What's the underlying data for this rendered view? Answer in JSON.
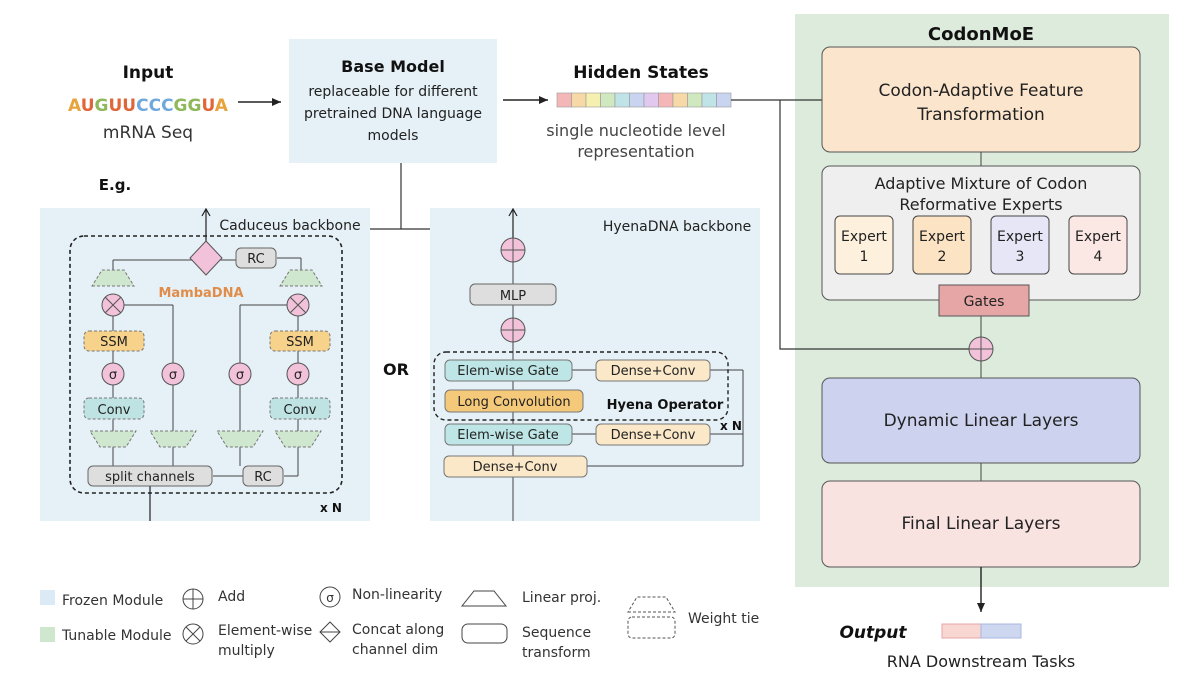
{
  "input": {
    "title": "Input",
    "sequence": "AUGUUCCCGGUA",
    "caption": "mRNA Seq"
  },
  "sequence_colors": [
    "#e8a33d",
    "#e0663a",
    "#8fb85c",
    "#e0663a",
    "#e0663a",
    "#6fa8dc",
    "#6fa8dc",
    "#6fa8dc",
    "#8fb85c",
    "#8fb85c",
    "#e0663a",
    "#e8a33d"
  ],
  "base_model": {
    "title": "Base Model",
    "line1": "replaceable for different",
    "line2": "pretrained DNA language",
    "line3": "models"
  },
  "hidden_states": {
    "title": "Hidden States",
    "line1": "single nucleotide level",
    "line2": "representation"
  },
  "hidden_cell_colors": [
    "#f4b6b6",
    "#f7d9a8",
    "#f6f0b0",
    "#cfe8c0",
    "#bfe3e6",
    "#c9d4f0",
    "#e0c8ef",
    "#f4b6b6",
    "#f7d9a8",
    "#cfe8c0",
    "#bfe3e6",
    "#c9d4f0"
  ],
  "eg_label": "E.g.",
  "or_label": "OR",
  "caduceus": {
    "title": "Caduceus backbone",
    "mamba": "MambaDNA",
    "rc_top": "RC",
    "rc_bottom": "RC",
    "ssm": "SSM",
    "conv": "Conv",
    "sigma": "σ",
    "split": "split channels",
    "repeat": "x N"
  },
  "hyena": {
    "title": "HyenaDNA backbone",
    "mlp": "MLP",
    "elem_gate": "Elem-wise Gate",
    "dense_conv": "Dense+Conv",
    "long_conv": "Long Convolution",
    "operator": "Hyena Operator",
    "repeat": "x N"
  },
  "codonmoe": {
    "title": "CodonMoE",
    "cat_line1": "Codon-Adaptive Feature",
    "cat_line2": "Transformation",
    "amcre_line1": "Adaptive Mixture of Codon",
    "amcre_line2": "Reformative Experts",
    "experts": [
      {
        "label": "Expert",
        "num": "1",
        "color": "#fdf0dc"
      },
      {
        "label": "Expert",
        "num": "2",
        "color": "#fbe3c3"
      },
      {
        "label": "Expert",
        "num": "3",
        "color": "#e6e6f7"
      },
      {
        "label": "Expert",
        "num": "4",
        "color": "#fbe8e4"
      }
    ],
    "gates": "Gates",
    "dynamic": "Dynamic Linear Layers",
    "final": "Final Linear Layers"
  },
  "output": {
    "title": "Output",
    "caption": "RNA Downstream Tasks"
  },
  "legend": {
    "frozen": "Frozen Module",
    "tunable": "Tunable Module",
    "add": "Add",
    "mult_line1": "Element-wise",
    "mult_line2": "multiply",
    "nonlin": "Non-linearity",
    "concat_line1": "Concat along",
    "concat_line2": "channel dim",
    "linproj": "Linear proj.",
    "seq_line1": "Sequence",
    "seq_line2": "transform",
    "weight_tie": "Weight tie"
  },
  "colors": {
    "frozen_bg": "#e6f1f7",
    "tunable_bg": "#dcebdc",
    "cat_box": "#fbe5cc",
    "amcre_box": "#efefef",
    "gates_box": "#e6a6a6",
    "dynamic_box": "#cdd3ee",
    "final_box": "#f8e3e1",
    "ssm": "#f7d28a",
    "conv": "#bfe3e3",
    "elem_gate": "#bfe6e6",
    "dense_conv": "#fbe8c8",
    "long_conv": "#f5c97a",
    "mamba_text": "#e08c4a",
    "pink_node": "#f1c2d9"
  }
}
